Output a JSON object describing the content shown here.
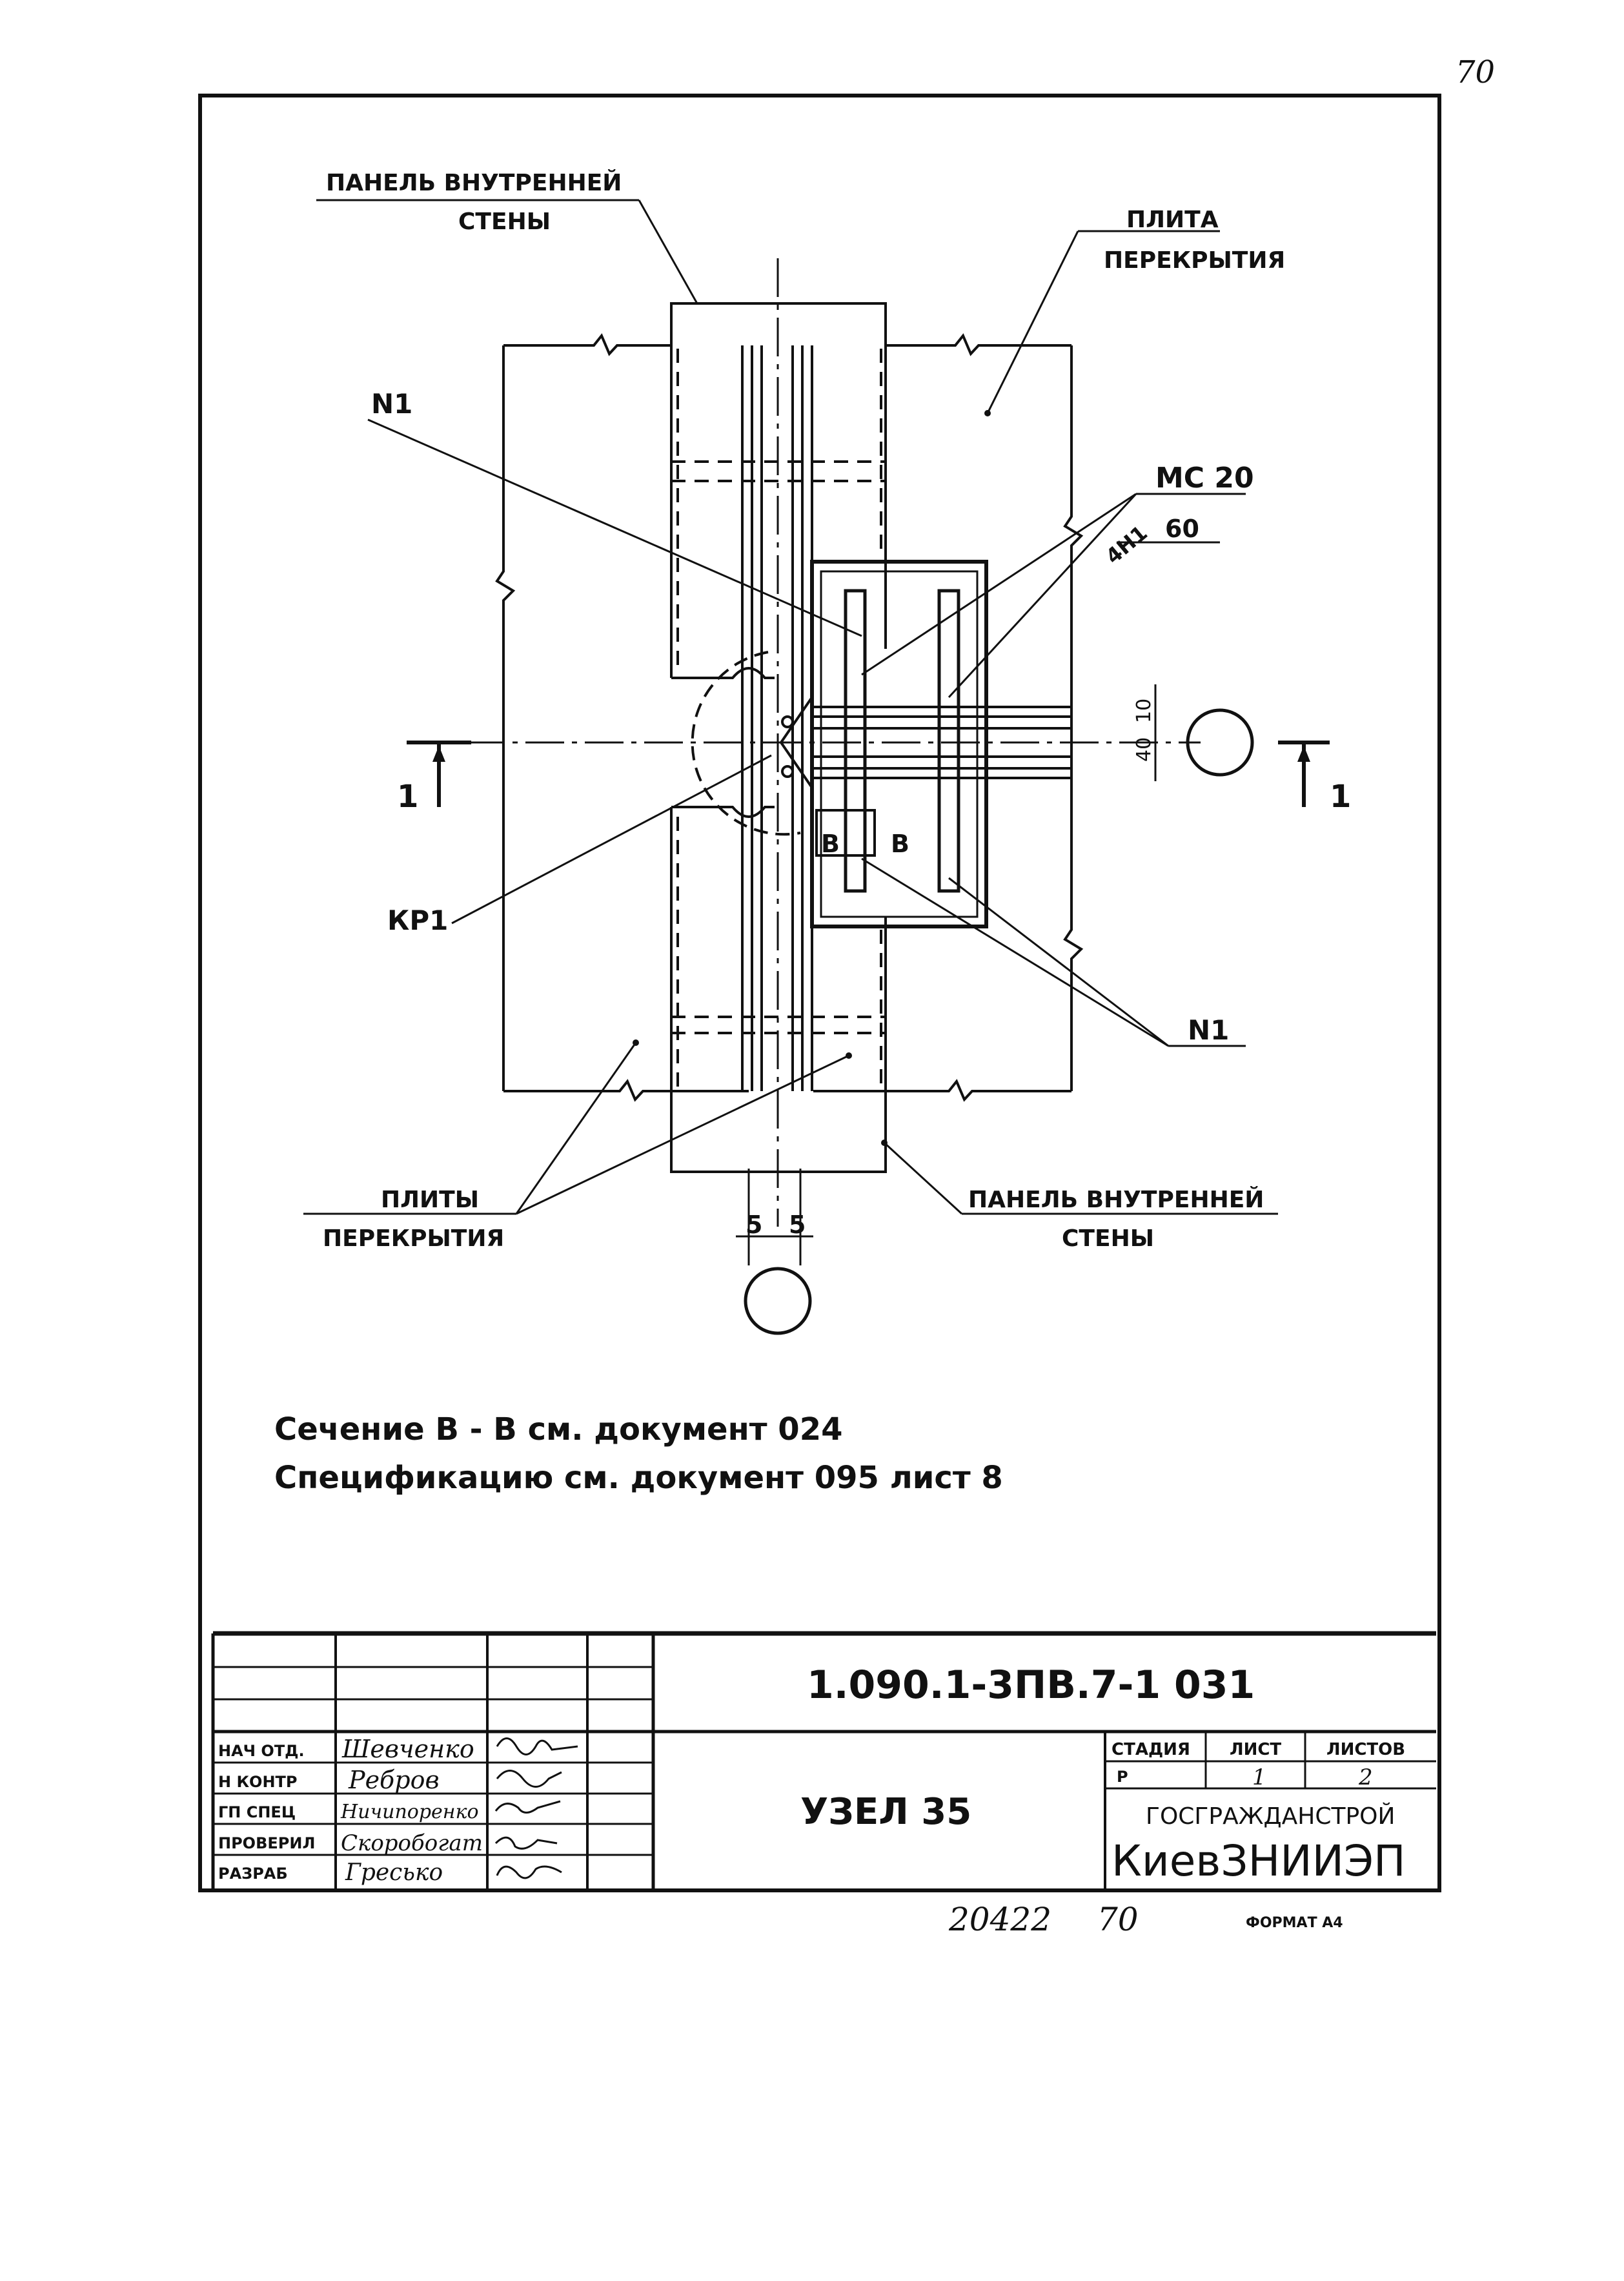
{
  "page": {
    "corner_number": "70",
    "bottom_number": "20422",
    "bottom_sheet": "70",
    "format_label": "ФОРМАТ А4"
  },
  "labels": {
    "panel_top_line1": "ПАНЕЛЬ ВНУТРЕННЕЙ",
    "panel_top_line2": "СТЕНЫ",
    "slab_top_line1": "ПЛИТА",
    "slab_top_line2": "ПЕРЕКРЫТИЯ",
    "n1_top": "N1",
    "mc20": "МС 20",
    "weld": "4Н1",
    "weld_len": "60",
    "cut_left": "1",
    "cut_right": "1",
    "kp1": "КР1",
    "section_b1": "В",
    "section_b2": "В",
    "dim_40": "40",
    "dim_10": "10",
    "n1_bottom": "N1",
    "slabs_bottom_line1": "ПЛИТЫ",
    "slabs_bottom_line2": "ПЕРЕКРЫТИЯ",
    "panel_bottom_line1": "ПАНЕЛЬ ВНУТРЕННЕЙ",
    "panel_bottom_line2": "СТЕНЫ",
    "dim_5a": "5",
    "dim_5b": "5"
  },
  "notes": [
    "Сечение В - В см. документ 024",
    "Спецификацию см. документ 095 лист 8"
  ],
  "title_block": {
    "doc_code": "1.090.1-3ПВ.7-1   031",
    "node_title": "УЗЕЛ 35",
    "stage_header": "СТАДИЯ",
    "sheet_header": "ЛИСТ",
    "sheets_header": "ЛИСТОВ",
    "stage": "Р",
    "sheet": "1",
    "sheets": "2",
    "org1": "ГОСГРАЖДАНСТРОЙ",
    "org2": "КиевЗНИИЭП",
    "signatures": [
      {
        "role": "НАЧ ОТД.",
        "name": "Шевченко"
      },
      {
        "role": "Н КОНТР",
        "name": "Ребров"
      },
      {
        "role": "ГП СПЕЦ",
        "name": "Ничипоренко"
      },
      {
        "role": "ПРОВЕРИЛ",
        "name": "Скоробогат"
      },
      {
        "role": "РАЗРАБ",
        "name": "Гресько"
      }
    ]
  }
}
